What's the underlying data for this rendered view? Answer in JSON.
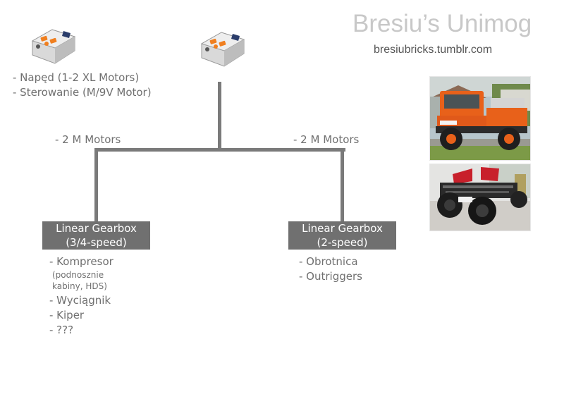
{
  "header": {
    "title": "Bresiu’s Unimog",
    "url": "bresiubricks.tumblr.com"
  },
  "left_hub": {
    "items": [
      "- Napęd (1-2 XL Motors)",
      "- Sterowanie (M/9V Motor)"
    ]
  },
  "branches": {
    "left_label": "- 2 M Motors",
    "right_label": "- 2 M Motors"
  },
  "gearbox_left": {
    "line1": "Linear Gearbox",
    "line2": "(3/4-speed)",
    "item1": "- Kompresor",
    "item1_note": "(podnosznie kabiny, HDS)",
    "items": [
      "- Wyciągnik",
      "- Kiper",
      "- ???"
    ]
  },
  "gearbox_right": {
    "line1": "Linear Gearbox",
    "line2": "(2-speed)",
    "items": [
      "- Obrotnica",
      "- Outriggers"
    ]
  },
  "colors": {
    "connector": "#7a7a7a",
    "box_fill": "#707070",
    "hub_orange": "#f07f1f",
    "truck_orange": "#e8611a"
  }
}
